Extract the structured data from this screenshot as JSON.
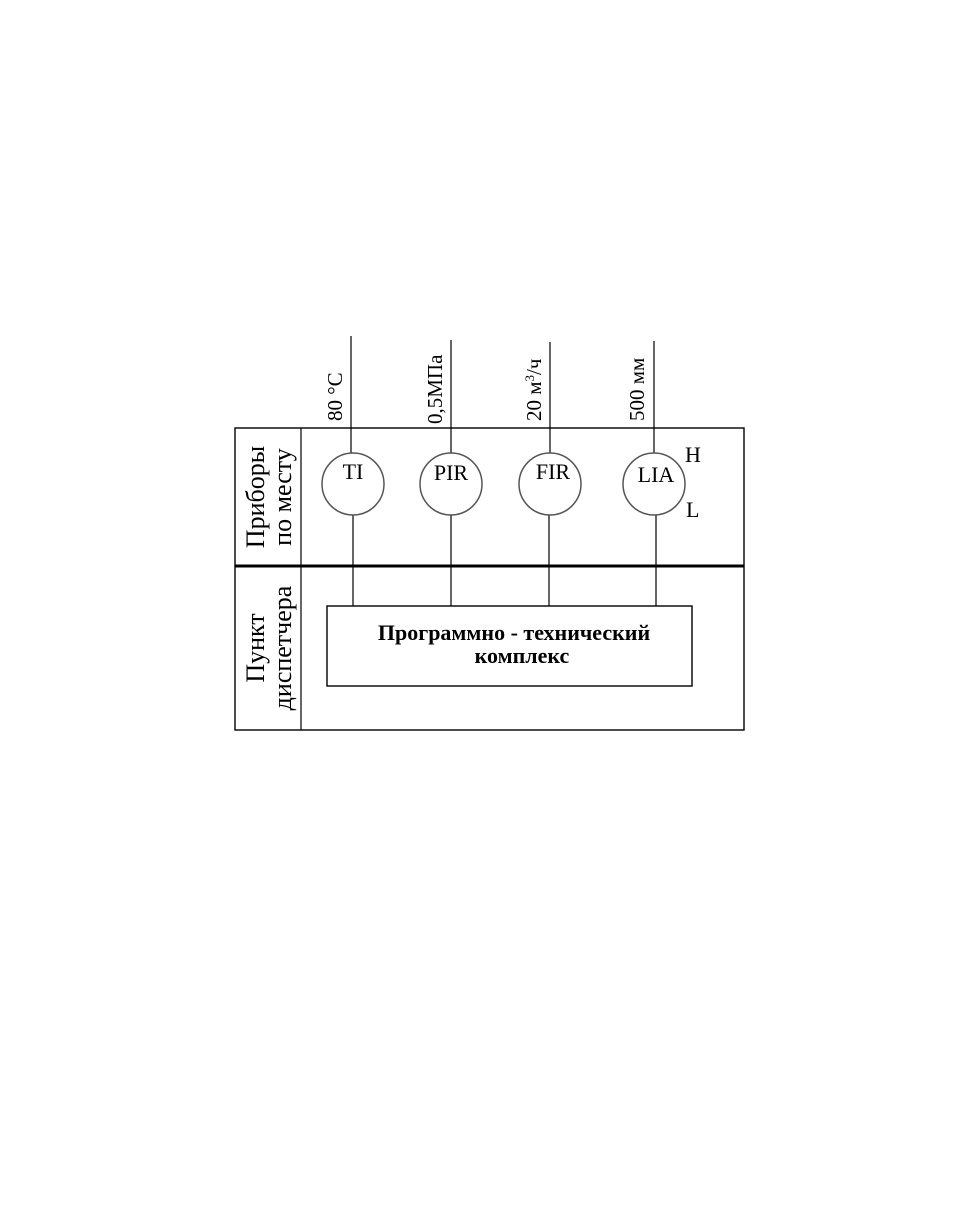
{
  "rows": {
    "field": {
      "line1": "Приборы",
      "line2": "по месту"
    },
    "control": {
      "line1": "Пункт",
      "line2": "диспетчера"
    }
  },
  "instruments": [
    {
      "tag": "TI",
      "value_main": "80 ",
      "value_sup": "",
      "value_tail": "°C"
    },
    {
      "tag": "PIR",
      "value_main": "0,5МПа",
      "value_sup": "",
      "value_tail": ""
    },
    {
      "tag": "FIR",
      "value_main": "20 м",
      "value_sup": "3",
      "value_tail": "/ч"
    },
    {
      "tag": "LIA",
      "value_main": "500 мм",
      "value_sup": "",
      "value_tail": "",
      "high": "H",
      "low": "L"
    }
  ],
  "complex": {
    "line1": "Программно - технический",
    "line2": "комплекс"
  }
}
